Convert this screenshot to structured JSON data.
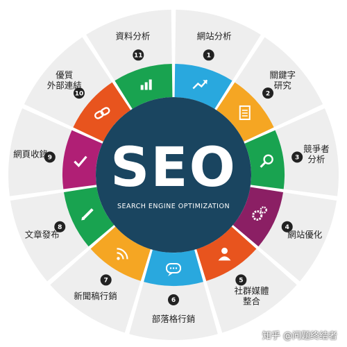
{
  "center": {
    "title": "SEO",
    "subtitle": "SEARCH ENGINE OPTIMIZATION",
    "fill": "#1a4560"
  },
  "segments": [
    {
      "number": "1",
      "label": [
        "網站分析"
      ],
      "color": "#29a8de",
      "icon": "trend-chart-icon"
    },
    {
      "number": "2",
      "label": [
        "關鍵字",
        "研究"
      ],
      "color": "#f5a623",
      "icon": "document-icon"
    },
    {
      "number": "3",
      "label": [
        "競爭者",
        "分析"
      ],
      "color": "#19a350",
      "icon": "magnifier-icon"
    },
    {
      "number": "4",
      "label": [
        "網站優化"
      ],
      "color": "#8b1f64",
      "icon": "gears-icon"
    },
    {
      "number": "5",
      "label": [
        "社群媒體",
        "整合"
      ],
      "color": "#e8541e",
      "icon": "user-icon"
    },
    {
      "number": "6",
      "label": [
        "部落格行銷"
      ],
      "color": "#29a8de",
      "icon": "chat-bubble-icon"
    },
    {
      "number": "7",
      "label": [
        "新聞稿行銷"
      ],
      "color": "#f5a623",
      "icon": "rss-icon"
    },
    {
      "number": "8",
      "label": [
        "文章發布"
      ],
      "color": "#19a350",
      "icon": "pencil-icon"
    },
    {
      "number": "9",
      "label": [
        "網頁收錄"
      ],
      "color": "#b01f75",
      "icon": "checkmark-icon"
    },
    {
      "number": "10",
      "label": [
        "優質",
        "外部連結"
      ],
      "color": "#e8541e",
      "icon": "link-icon"
    },
    {
      "number": "11",
      "label": [
        "資料分析"
      ],
      "color": "#19a350",
      "icon": "bar-chart-icon"
    }
  ],
  "outer_ring_color": "#eeeeee",
  "watermark": "知乎 @问题终结者"
}
